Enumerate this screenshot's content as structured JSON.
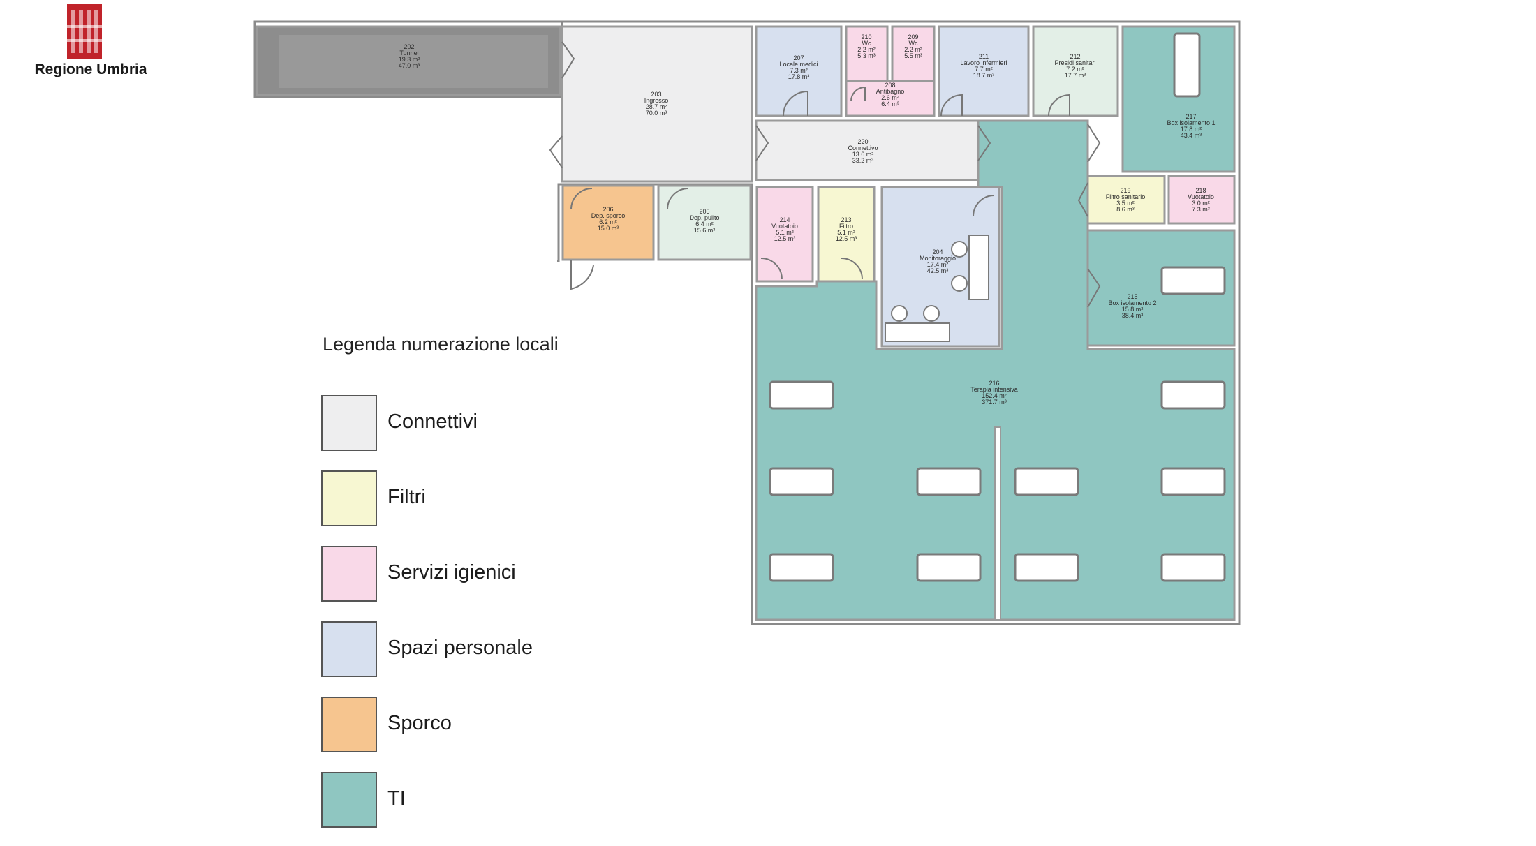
{
  "logo": {
    "text": "Regione Umbria",
    "icon": "regione-umbria-emblem"
  },
  "legend": {
    "title": "Legenda numerazione locali",
    "items": [
      {
        "label": "Connettivi",
        "color": "#eeeeef"
      },
      {
        "label": "Filtri",
        "color": "#f7f7d2"
      },
      {
        "label": "Servizi igienici",
        "color": "#f9d9e8"
      },
      {
        "label": "Spazi personale",
        "color": "#d7e0ef"
      },
      {
        "label": "Sporco",
        "color": "#f6c58f"
      },
      {
        "label": "TI",
        "color": "#8fc6c1"
      }
    ]
  },
  "rooms": [
    {
      "id": "202",
      "lines": [
        "202",
        "Tunnel",
        "19.3 m²",
        "47.0 m³"
      ],
      "category": "tunnel"
    },
    {
      "id": "203",
      "lines": [
        "203",
        "Ingresso",
        "28.7 m²",
        "70.0 m³"
      ],
      "category": "Connettivi"
    },
    {
      "id": "207",
      "lines": [
        "207",
        "Locale medici",
        "7.3 m²",
        "17.8 m³"
      ],
      "category": "Spazi personale"
    },
    {
      "id": "210",
      "lines": [
        "210",
        "Wc",
        "2.2 m²",
        "5.3 m³"
      ],
      "category": "Servizi igienici"
    },
    {
      "id": "209",
      "lines": [
        "209",
        "Wc",
        "2.2 m²",
        "5.5 m³"
      ],
      "category": "Servizi igienici"
    },
    {
      "id": "208",
      "lines": [
        "208",
        "Antibagno",
        "2.6 m²",
        "6.4 m³"
      ],
      "category": "Servizi igienici"
    },
    {
      "id": "211",
      "lines": [
        "211",
        "Lavoro infermieri",
        "7.7 m²",
        "18.7 m³"
      ],
      "category": "Spazi personale"
    },
    {
      "id": "212",
      "lines": [
        "212",
        "Presidi sanitari",
        "7.2 m²",
        "17.7 m³"
      ],
      "category": "Connettivi-green"
    },
    {
      "id": "217",
      "lines": [
        "217",
        "Box isolamento 1",
        "17.8 m²",
        "43.4 m³"
      ],
      "category": "TI"
    },
    {
      "id": "220",
      "lines": [
        "220",
        "Connettivo",
        "13.6 m²",
        "33.2 m³"
      ],
      "category": "Connettivi"
    },
    {
      "id": "206",
      "lines": [
        "206",
        "Dep. sporco",
        "6.2 m²",
        "15.0 m³"
      ],
      "category": "Sporco"
    },
    {
      "id": "205",
      "lines": [
        "205",
        "Dep. pulito",
        "6.4 m²",
        "15.6 m³"
      ],
      "category": "Connettivi-green"
    },
    {
      "id": "214",
      "lines": [
        "214",
        "Vuotatoio",
        "5.1 m²",
        "12.5 m³"
      ],
      "category": "Servizi igienici"
    },
    {
      "id": "213",
      "lines": [
        "213",
        "Filtro",
        "5.1 m²",
        "12.5 m³"
      ],
      "category": "Filtri"
    },
    {
      "id": "204",
      "lines": [
        "204",
        "Monitoraggio",
        "17.4 m²",
        "42.5 m³"
      ],
      "category": "Spazi personale"
    },
    {
      "id": "219",
      "lines": [
        "219",
        "Filtro sanitario",
        "3.5 m²",
        "8.6 m³"
      ],
      "category": "Filtri"
    },
    {
      "id": "218",
      "lines": [
        "218",
        "Vuotatoio",
        "3.0 m²",
        "7.3 m³"
      ],
      "category": "Servizi igienici"
    },
    {
      "id": "215",
      "lines": [
        "215",
        "Box isolamento 2",
        "15.8 m²",
        "38.4 m³"
      ],
      "category": "TI"
    },
    {
      "id": "216",
      "lines": [
        "216",
        "Terapia intensiva",
        "152.4 m²",
        "371.7 m³"
      ],
      "category": "TI"
    }
  ]
}
